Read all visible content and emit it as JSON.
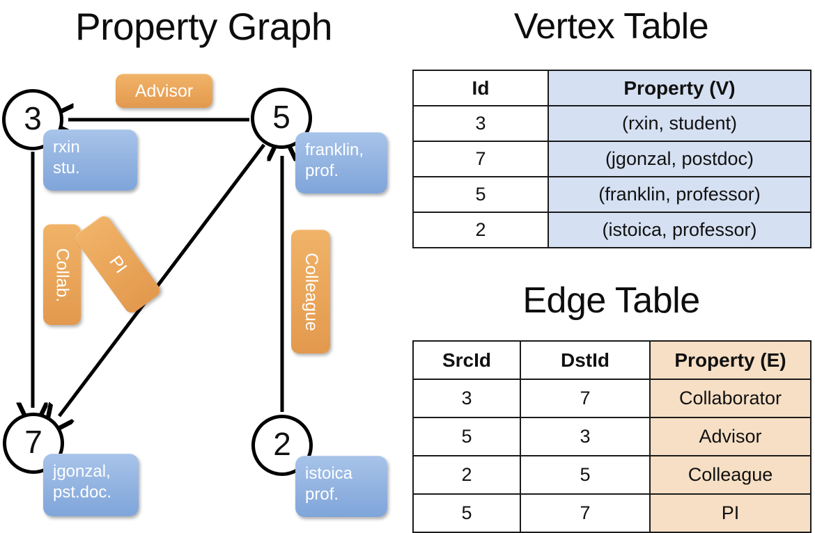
{
  "titles": {
    "property_graph": "Property Graph",
    "vertex_table": "Vertex Table",
    "edge_table": "Edge Table"
  },
  "colors": {
    "vertex_property_fill": "#d5e0f2",
    "edge_property_fill": "#f7dfc5",
    "vertex_box_blue": "#91b2e0",
    "edge_label_orange": "#eaa65a",
    "node_stroke": "#000000",
    "background": "#ffffff"
  },
  "graph": {
    "nodes": [
      {
        "id": "3",
        "label": "3",
        "property_line1": "rxin",
        "property_line2": "stu."
      },
      {
        "id": "5",
        "label": "5",
        "property_line1": "franklin,",
        "property_line2": "prof."
      },
      {
        "id": "7",
        "label": "7",
        "property_line1": "jgonzal,",
        "property_line2": "pst.doc."
      },
      {
        "id": "2",
        "label": "2",
        "property_line1": "istoica",
        "property_line2": "prof."
      }
    ],
    "edge_labels": [
      {
        "name": "advisor",
        "text": "Advisor",
        "orientation": "horizontal"
      },
      {
        "name": "collab",
        "text": "Collab.",
        "orientation": "vertical"
      },
      {
        "name": "pi",
        "text": "PI",
        "orientation": "diagonal"
      },
      {
        "name": "colleague",
        "text": "Colleague",
        "orientation": "vertical"
      }
    ],
    "edges": [
      {
        "from": "5",
        "to": "3",
        "label": "Advisor"
      },
      {
        "from": "3",
        "to": "7",
        "label": "Collab."
      },
      {
        "from": "5",
        "to": "7",
        "label": "PI"
      },
      {
        "from": "2",
        "to": "5",
        "label": "Colleague"
      }
    ]
  },
  "vertex_table": {
    "headers": [
      "Id",
      "Property (V)"
    ],
    "rows": [
      {
        "id": "3",
        "property": "(rxin, student)"
      },
      {
        "id": "7",
        "property": "(jgonzal, postdoc)"
      },
      {
        "id": "5",
        "property": "(franklin, professor)"
      },
      {
        "id": "2",
        "property": "(istoica, professor)"
      }
    ]
  },
  "edge_table": {
    "headers": [
      "SrcId",
      "DstId",
      "Property (E)"
    ],
    "rows": [
      {
        "src": "3",
        "dst": "7",
        "property": "Collaborator"
      },
      {
        "src": "5",
        "dst": "3",
        "property": "Advisor"
      },
      {
        "src": "2",
        "dst": "5",
        "property": "Colleague"
      },
      {
        "src": "5",
        "dst": "7",
        "property": "PI"
      }
    ]
  }
}
